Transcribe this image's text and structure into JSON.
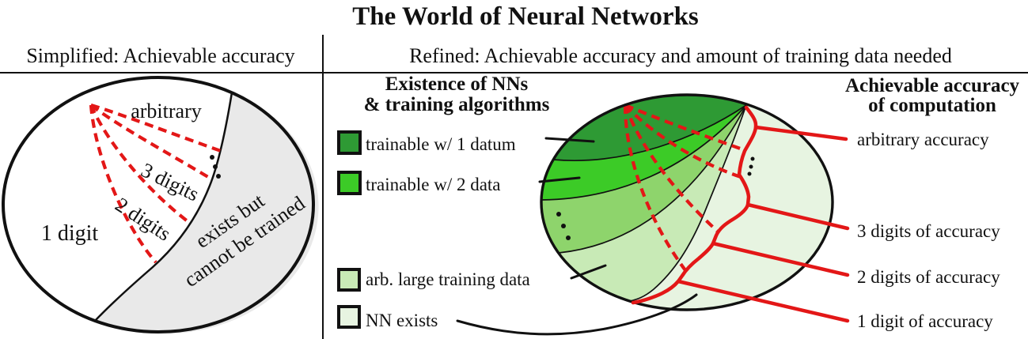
{
  "title": "The World of Neural Networks",
  "left_panel": {
    "header": "Simplified: Achievable accuracy",
    "labels": {
      "arbitrary": "arbitrary",
      "digits3": "3 digits",
      "digits2": "2 digits",
      "digit1": "1 digit",
      "untrainable1": "exists but",
      "untrainable2": "cannot be trained"
    }
  },
  "right_panel": {
    "header": "Refined: Achievable accuracy and amount of training data needed",
    "legend": {
      "heading1": "Existence of NNs",
      "heading2": "& training algorithms",
      "items": [
        {
          "label": "trainable w/ 1 datum",
          "color": "#2e9a34"
        },
        {
          "label": "trainable w/ 2 data",
          "color": "#3ccb27"
        },
        {
          "label": "arb. large training data",
          "color": "#c8eab6"
        },
        {
          "label": "NN exists",
          "color": "#e7f4e1"
        }
      ]
    },
    "accuracy": {
      "heading1": "Achievable accuracy",
      "heading2": "of computation",
      "labels": [
        "arbitrary accuracy",
        "3 digits of accuracy",
        "2 digits of accuracy",
        "1 digit of accuracy"
      ]
    }
  },
  "colors": {
    "red": "#e31717",
    "red_heading": "#e0112e",
    "green_heading": "#1fa41f",
    "gray_region": "#e9e9e9",
    "band_intermediate": "#8ed46c",
    "black": "#111111"
  }
}
